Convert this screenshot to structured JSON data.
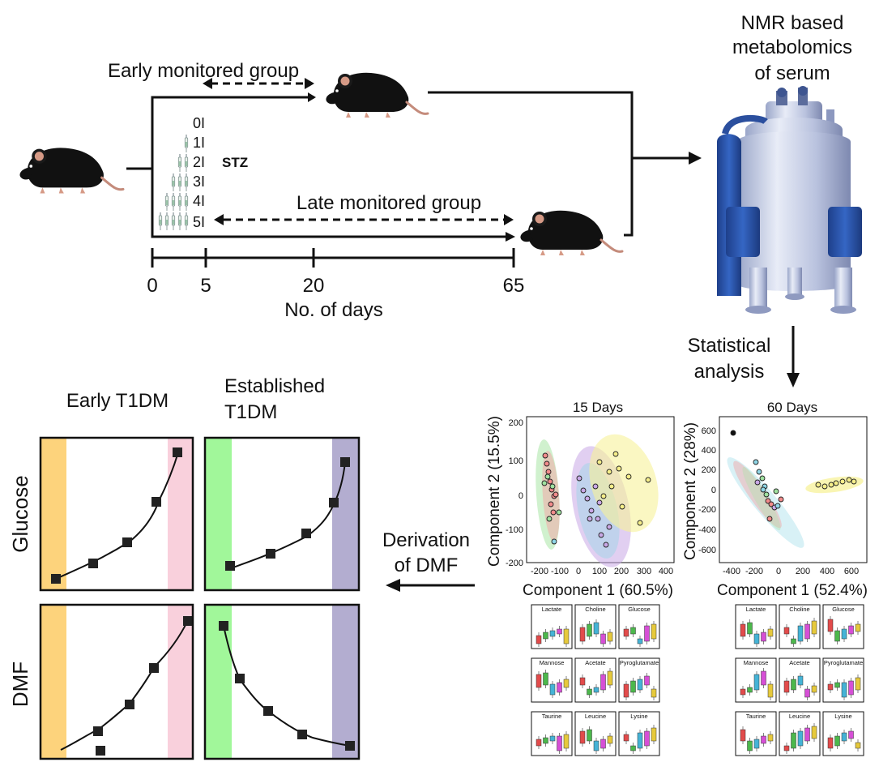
{
  "timeline": {
    "early_group_label": "Early monitored group",
    "late_group_label": "Late monitored group",
    "stz_label": "STZ",
    "injection_labels": [
      "0I",
      "1I",
      "2I",
      "3I",
      "4I",
      "5I"
    ],
    "axis_ticks": [
      "0",
      "5",
      "20",
      "65"
    ],
    "axis_label": "No. of days"
  },
  "nmr": {
    "title_lines": [
      "NMR based",
      "metabolomics",
      "of serum"
    ]
  },
  "stats_label_lines": [
    "Statistical",
    "analysis"
  ],
  "derivation_label_lines": [
    "Derivation",
    "of DMF"
  ],
  "panels": {
    "col1_title": "Early T1DM",
    "col2_title_lines": [
      "Established",
      "T1DM"
    ],
    "row1_label": "Glucose",
    "row2_label": "DMF",
    "colors": {
      "orange": "#fdd37c",
      "pink": "#f9d0dc",
      "green": "#a1f79a",
      "purple": "#b3add0"
    }
  },
  "pca": {
    "plot15": {
      "title": "15 Days",
      "xlabel": "Component 1 (60.5%)",
      "ylabel": "Component 2 (15.5%)",
      "xticks": [
        "-200",
        "-100",
        "0",
        "100",
        "200",
        "300",
        "400"
      ],
      "yticks": [
        "200",
        "100",
        "0",
        "-100",
        "-200"
      ]
    },
    "plot60": {
      "title": "60 Days",
      "xlabel": "Component 1 (52.4%)",
      "ylabel": "Component 2 (28%)",
      "xticks": [
        "-400",
        "-200",
        "0",
        "200",
        "400",
        "600"
      ],
      "yticks": [
        "600",
        "400",
        "200",
        "0",
        "-200",
        "-400",
        "-600"
      ]
    },
    "group_colors": [
      "#f28b8b",
      "#9fe09f",
      "#8fd6e6",
      "#c9a8e6",
      "#f5ee8a"
    ]
  },
  "boxplots": {
    "left": [
      "Lactate",
      "Choline",
      "Glucose",
      "Mannose",
      "Acetate",
      "Pyroglutamate",
      "Taurine",
      "Leucine",
      "Lysine"
    ],
    "right": [
      "Lactate",
      "Choline",
      "Glucose",
      "Mannose",
      "Acetate",
      "Pyroglutamate",
      "Taurine",
      "Leucine",
      "Lysine"
    ],
    "box_colors": [
      "#e24b4b",
      "#4cb84c",
      "#45b3d6",
      "#d64fd6",
      "#e6c93c"
    ]
  }
}
